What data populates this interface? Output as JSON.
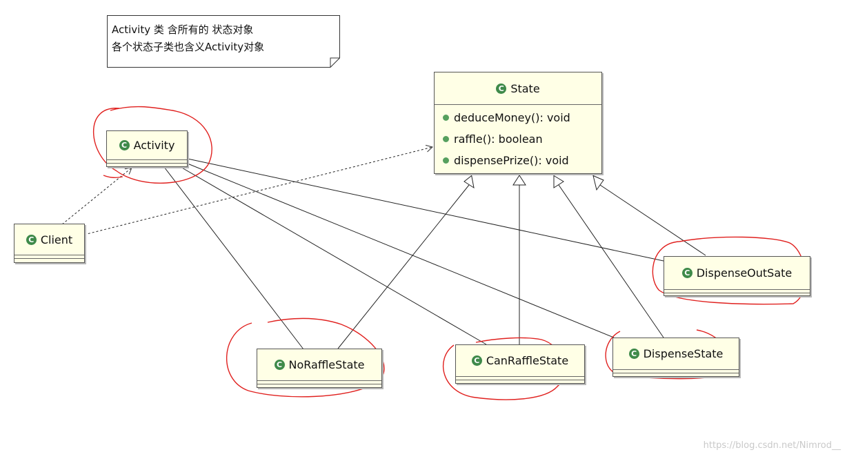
{
  "note": {
    "line1": "Activity 类 含所有的 状态对象",
    "line2": "各个状态子类也含义Activity对象"
  },
  "classes": {
    "state": {
      "name": "State",
      "methods": [
        "deduceMoney(): void",
        "raffle(): boolean",
        "dispensePrize(): void"
      ]
    },
    "activity": {
      "name": "Activity"
    },
    "client": {
      "name": "Client"
    },
    "dispense_out_sate": {
      "name": "DispenseOutSate"
    },
    "no_raffle_state": {
      "name": "NoRaffleState"
    },
    "can_raffle_state": {
      "name": "CanRaffleState"
    },
    "dispense_state": {
      "name": "DispenseState"
    }
  },
  "class_icon": {
    "icon": "class-c-icon",
    "glyph": "C",
    "color": "#3f8a4a"
  },
  "method_icon": {
    "icon": "public-method-dot-icon",
    "color": "#56a05e"
  },
  "highlight_color": "#e0201e",
  "watermark": "https://blog.csdn.net/Nimrod__"
}
